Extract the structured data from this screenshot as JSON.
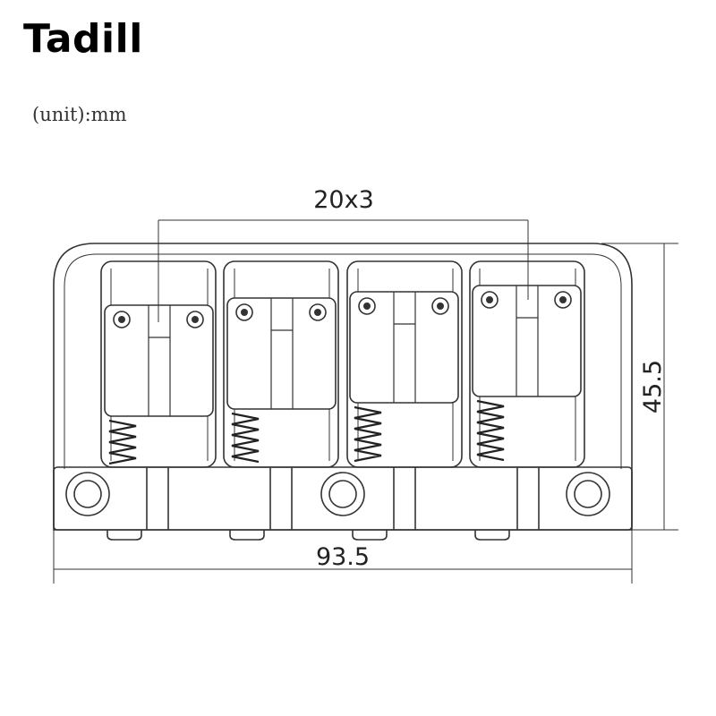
{
  "brand": "Tadill",
  "unit_label": "(unit):mm",
  "dimensions": {
    "spacing": "20x3",
    "height": "45.5",
    "width": "93.5"
  },
  "saddle_count": 4,
  "mount_hole_count": 3
}
